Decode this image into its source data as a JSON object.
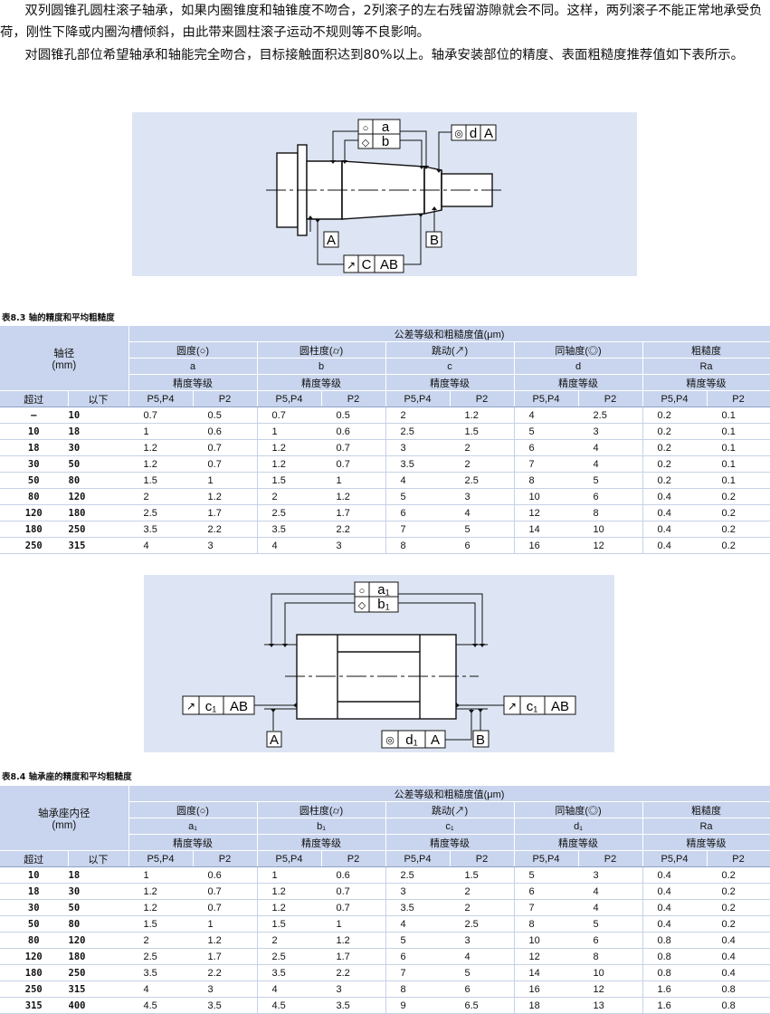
{
  "paragraphs": [
    "双列圆锥孔圆柱滚子轴承，如果内圈锥度和轴锥度不吻合，2列滚子的左右残留游隙就会不同。这样，两列滚子不能正常地承受负荷，刚性下降或内圈沟槽倾斜，由此带来圆柱滚子运动不规则等不良影响。",
    "对圆锥孔部位希望轴承和轴能完全吻合，目标接触面积达到80%以上。轴承安装部位的精度、表面粗糙度推荐值如下表所示。"
  ],
  "figure1": {
    "box_a_sym": "○",
    "box_a_val": "a",
    "box_b_sym": "◇",
    "box_b_val": "b",
    "coax_sym": "◎",
    "coax_val": "d",
    "coax_ref": "A",
    "datum_a": "A",
    "datum_b": "B",
    "runout_sym": "↗",
    "runout_val": "C",
    "runout_ref": "AB"
  },
  "figure2": {
    "box_a_sym": "○",
    "box_a_val": "a₁",
    "box_b_sym": "◇",
    "box_b_val": "b₁",
    "left_sym": "↗",
    "left_val": "c₁",
    "left_ref": "AB",
    "right_sym": "↗",
    "right_val": "c₁",
    "right_ref": "AB",
    "coax_sym": "◎",
    "coax_val": "d₁",
    "coax_ref": "A",
    "datum_a": "A",
    "datum_b": "B"
  },
  "table1": {
    "caption": "表8.3  轴的精度和平均粗糙度",
    "rowhead": [
      "轴径",
      "(mm)"
    ],
    "group_header": "公差等级和粗糙度值(μm)",
    "cols": [
      {
        "name": "圆度(○)",
        "sym": "a",
        "grade": "精度等级"
      },
      {
        "name": "圆柱度(⌭)",
        "sym": "b",
        "grade": "精度等级"
      },
      {
        "name": "跳动(↗)",
        "sym": "c",
        "grade": "精度等级"
      },
      {
        "name": "同轴度(◎)",
        "sym": "d",
        "grade": "精度等级"
      },
      {
        "name": "粗糙度",
        "sym": "Ra",
        "grade": "精度等级"
      }
    ],
    "sub": [
      "超过",
      "以下",
      "P5,P4",
      "P2",
      "P5,P4",
      "P2",
      "P5,P4",
      "P2",
      "P5,P4",
      "P2",
      "P5,P4",
      "P2"
    ],
    "rows": [
      [
        "–",
        "10",
        "0.7",
        "0.5",
        "0.7",
        "0.5",
        "2",
        "1.2",
        "4",
        "2.5",
        "0.2",
        "0.1"
      ],
      [
        "10",
        "18",
        "1",
        "0.6",
        "1",
        "0.6",
        "2.5",
        "1.5",
        "5",
        "3",
        "0.2",
        "0.1"
      ],
      [
        "18",
        "30",
        "1.2",
        "0.7",
        "1.2",
        "0.7",
        "3",
        "2",
        "6",
        "4",
        "0.2",
        "0.1"
      ],
      [
        "30",
        "50",
        "1.2",
        "0.7",
        "1.2",
        "0.7",
        "3.5",
        "2",
        "7",
        "4",
        "0.2",
        "0.1"
      ],
      [
        "50",
        "80",
        "1.5",
        "1",
        "1.5",
        "1",
        "4",
        "2.5",
        "8",
        "5",
        "0.2",
        "0.1"
      ],
      [
        "80",
        "120",
        "2",
        "1.2",
        "2",
        "1.2",
        "5",
        "3",
        "10",
        "6",
        "0.4",
        "0.2"
      ],
      [
        "120",
        "180",
        "2.5",
        "1.7",
        "2.5",
        "1.7",
        "6",
        "4",
        "12",
        "8",
        "0.4",
        "0.2"
      ],
      [
        "180",
        "250",
        "3.5",
        "2.2",
        "3.5",
        "2.2",
        "7",
        "5",
        "14",
        "10",
        "0.4",
        "0.2"
      ],
      [
        "250",
        "315",
        "4",
        "3",
        "4",
        "3",
        "8",
        "6",
        "16",
        "12",
        "0.4",
        "0.2"
      ]
    ]
  },
  "table2": {
    "caption": "表8.4  轴承座的精度和平均粗糙度",
    "rowhead": [
      "轴承座内径",
      "(mm)"
    ],
    "group_header": "公差等级和粗糙度值(μm)",
    "cols": [
      {
        "name": "圆度(○)",
        "sym": "a₁",
        "grade": "精度等级"
      },
      {
        "name": "圆柱度(⌭)",
        "sym": "b₁",
        "grade": "精度等级"
      },
      {
        "name": "跳动(↗)",
        "sym": "c₁",
        "grade": "精度等级"
      },
      {
        "name": "同轴度(◎)",
        "sym": "d₁",
        "grade": "精度等级"
      },
      {
        "name": "粗糙度",
        "sym": "Ra",
        "grade": "精度等级"
      }
    ],
    "sub": [
      "超过",
      "以下",
      "P5,P4",
      "P2",
      "P5,P4",
      "P2",
      "P5,P4",
      "P2",
      "P5,P4",
      "P2",
      "P5,P4",
      "P2"
    ],
    "rows": [
      [
        "10",
        "18",
        "1",
        "0.6",
        "1",
        "0.6",
        "2.5",
        "1.5",
        "5",
        "3",
        "0.4",
        "0.2"
      ],
      [
        "18",
        "30",
        "1.2",
        "0.7",
        "1.2",
        "0.7",
        "3",
        "2",
        "6",
        "4",
        "0.4",
        "0.2"
      ],
      [
        "30",
        "50",
        "1.2",
        "0.7",
        "1.2",
        "0.7",
        "3.5",
        "2",
        "7",
        "4",
        "0.4",
        "0.2"
      ],
      [
        "50",
        "80",
        "1.5",
        "1",
        "1.5",
        "1",
        "4",
        "2.5",
        "8",
        "5",
        "0.4",
        "0.2"
      ],
      [
        "80",
        "120",
        "2",
        "1.2",
        "2",
        "1.2",
        "5",
        "3",
        "10",
        "6",
        "0.8",
        "0.4"
      ],
      [
        "120",
        "180",
        "2.5",
        "1.7",
        "2.5",
        "1.7",
        "6",
        "4",
        "12",
        "8",
        "0.8",
        "0.4"
      ],
      [
        "180",
        "250",
        "3.5",
        "2.2",
        "3.5",
        "2.2",
        "7",
        "5",
        "14",
        "10",
        "0.8",
        "0.4"
      ],
      [
        "250",
        "315",
        "4",
        "3",
        "4",
        "3",
        "8",
        "6",
        "16",
        "12",
        "1.6",
        "0.8"
      ],
      [
        "315",
        "400",
        "4.5",
        "3.5",
        "4.5",
        "3.5",
        "9",
        "6.5",
        "18",
        "13",
        "1.6",
        "0.8"
      ]
    ]
  }
}
